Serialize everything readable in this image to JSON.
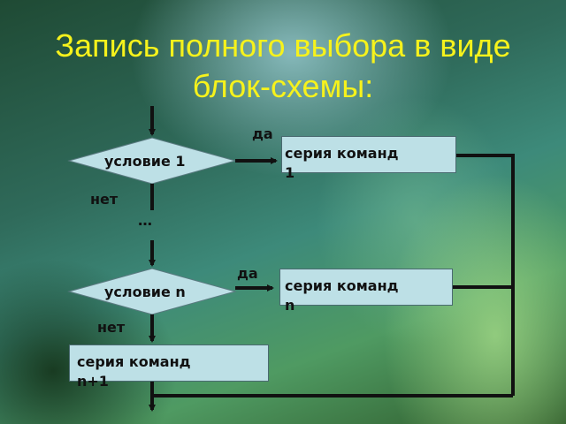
{
  "title": {
    "line1": "Запись полного выбора в виде",
    "line2": "блок-схемы:"
  },
  "diagram": {
    "condition1": "условие 1",
    "condition_n": "условие n",
    "yes1": "да",
    "yes_n": "да",
    "no1": "нет",
    "no_n": "нет",
    "ellipsis": "…",
    "box1": {
      "line1": "серия команд",
      "line2": "1"
    },
    "box_n": {
      "line1": "серия команд",
      "line2": "n"
    },
    "box_n1": {
      "line1": "серия команд",
      "line2": "n+1"
    }
  },
  "colors": {
    "title": "#f6f21c",
    "shape_fill": "#bde0e6",
    "line": "#111111"
  }
}
